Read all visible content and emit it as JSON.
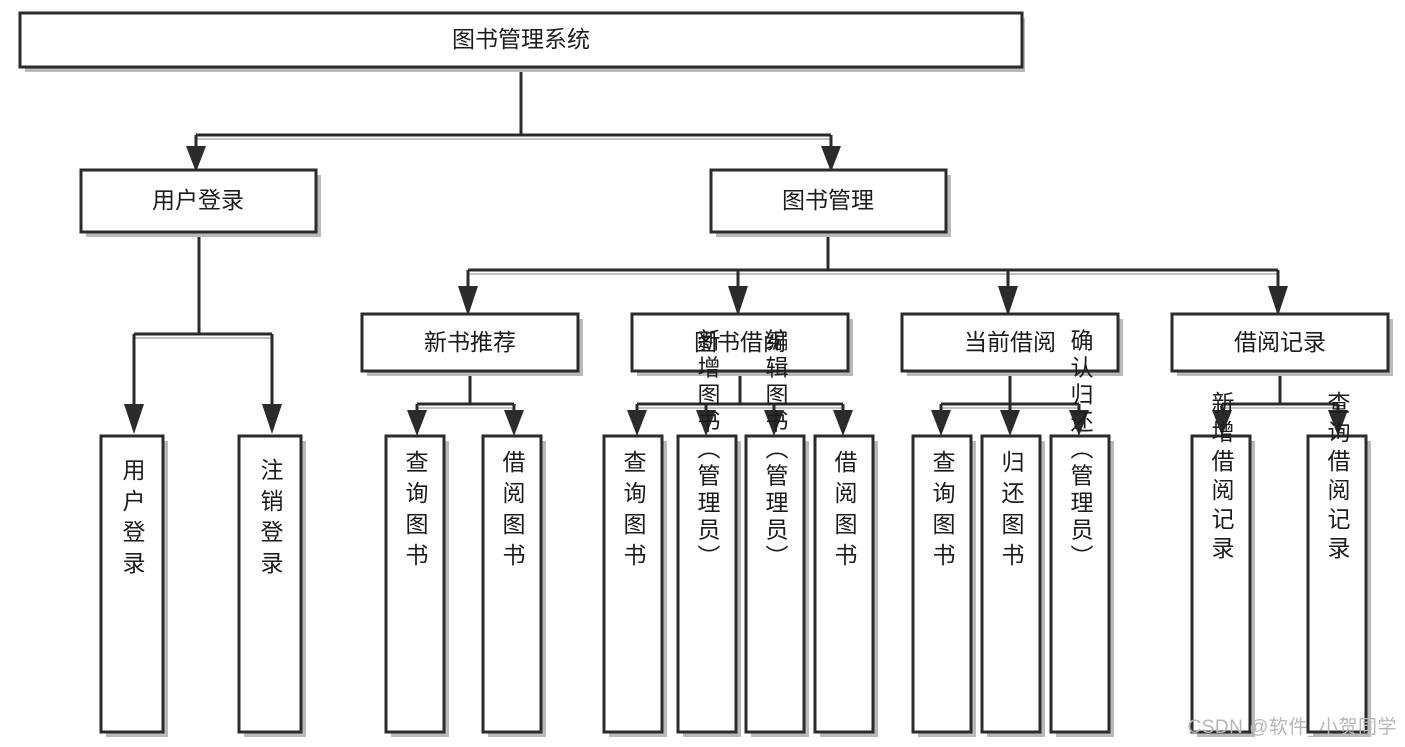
{
  "diagram": {
    "type": "tree-flowchart",
    "orientation": "top-down",
    "root": {
      "label": "图书管理系统",
      "children": [
        {
          "label": "用户登录",
          "children": [
            {
              "label": "用户登录"
            },
            {
              "label": "注销登录"
            }
          ]
        },
        {
          "label": "图书管理",
          "children": [
            {
              "label": "新书推荐",
              "children": [
                {
                  "label": "查询图书"
                },
                {
                  "label": "借阅图书"
                }
              ]
            },
            {
              "label": "图书借阅",
              "children": [
                {
                  "label": "查询图书"
                },
                {
                  "label": "新增图书（管理员）"
                },
                {
                  "label": "编辑图书（管理员）"
                },
                {
                  "label": "借阅图书"
                }
              ]
            },
            {
              "label": "当前借阅",
              "children": [
                {
                  "label": "查询图书"
                },
                {
                  "label": "归还图书"
                },
                {
                  "label": "确认归还（管理员）"
                }
              ]
            },
            {
              "label": "借阅记录",
              "children": [
                {
                  "label": "新增借阅记录"
                },
                {
                  "label": "查询借阅记录"
                }
              ]
            }
          ]
        }
      ]
    }
  },
  "nodes": {
    "root": {
      "label": "图书管理系统"
    },
    "l1_user_login": {
      "label": "用户登录"
    },
    "l1_book_mgmt": {
      "label": "图书管理"
    },
    "l2_new_book_rec": {
      "label": "新书推荐"
    },
    "l2_book_borrow": {
      "label": "图书借阅"
    },
    "l2_current_borrow": {
      "label": "当前借阅"
    },
    "l2_borrow_record": {
      "label": "借阅记录"
    },
    "leaf_user_login": {
      "label": "用户登录"
    },
    "leaf_logout": {
      "label": "注销登录"
    },
    "leaf_rec_query": {
      "label": "查询图书"
    },
    "leaf_rec_borrow": {
      "label": "借阅图书"
    },
    "leaf_borrow_query": {
      "label": "查询图书"
    },
    "leaf_borrow_add": {
      "label": "新增图书（管理员）"
    },
    "leaf_borrow_edit": {
      "label": "编辑图书（管理员）"
    },
    "leaf_borrow_borrow": {
      "label": "借阅图书"
    },
    "leaf_cur_query": {
      "label": "查询图书"
    },
    "leaf_cur_return": {
      "label": "归还图书"
    },
    "leaf_cur_confirm": {
      "label": "确认归还（管理员）"
    },
    "leaf_rec_add": {
      "label": "新增借阅记录"
    },
    "leaf_rec_query2": {
      "label": "查询借阅记录"
    }
  },
  "watermark": {
    "text": "CSDN @软件_小贺同学"
  },
  "colors": {
    "box_border": "#2b2b2b",
    "box_fill": "#ffffff",
    "text": "#1c1c1c",
    "connector": "#2b2b2b",
    "shadow": "#b9b9b9",
    "watermark": "#b6b6b6",
    "background": "#ffffff"
  }
}
